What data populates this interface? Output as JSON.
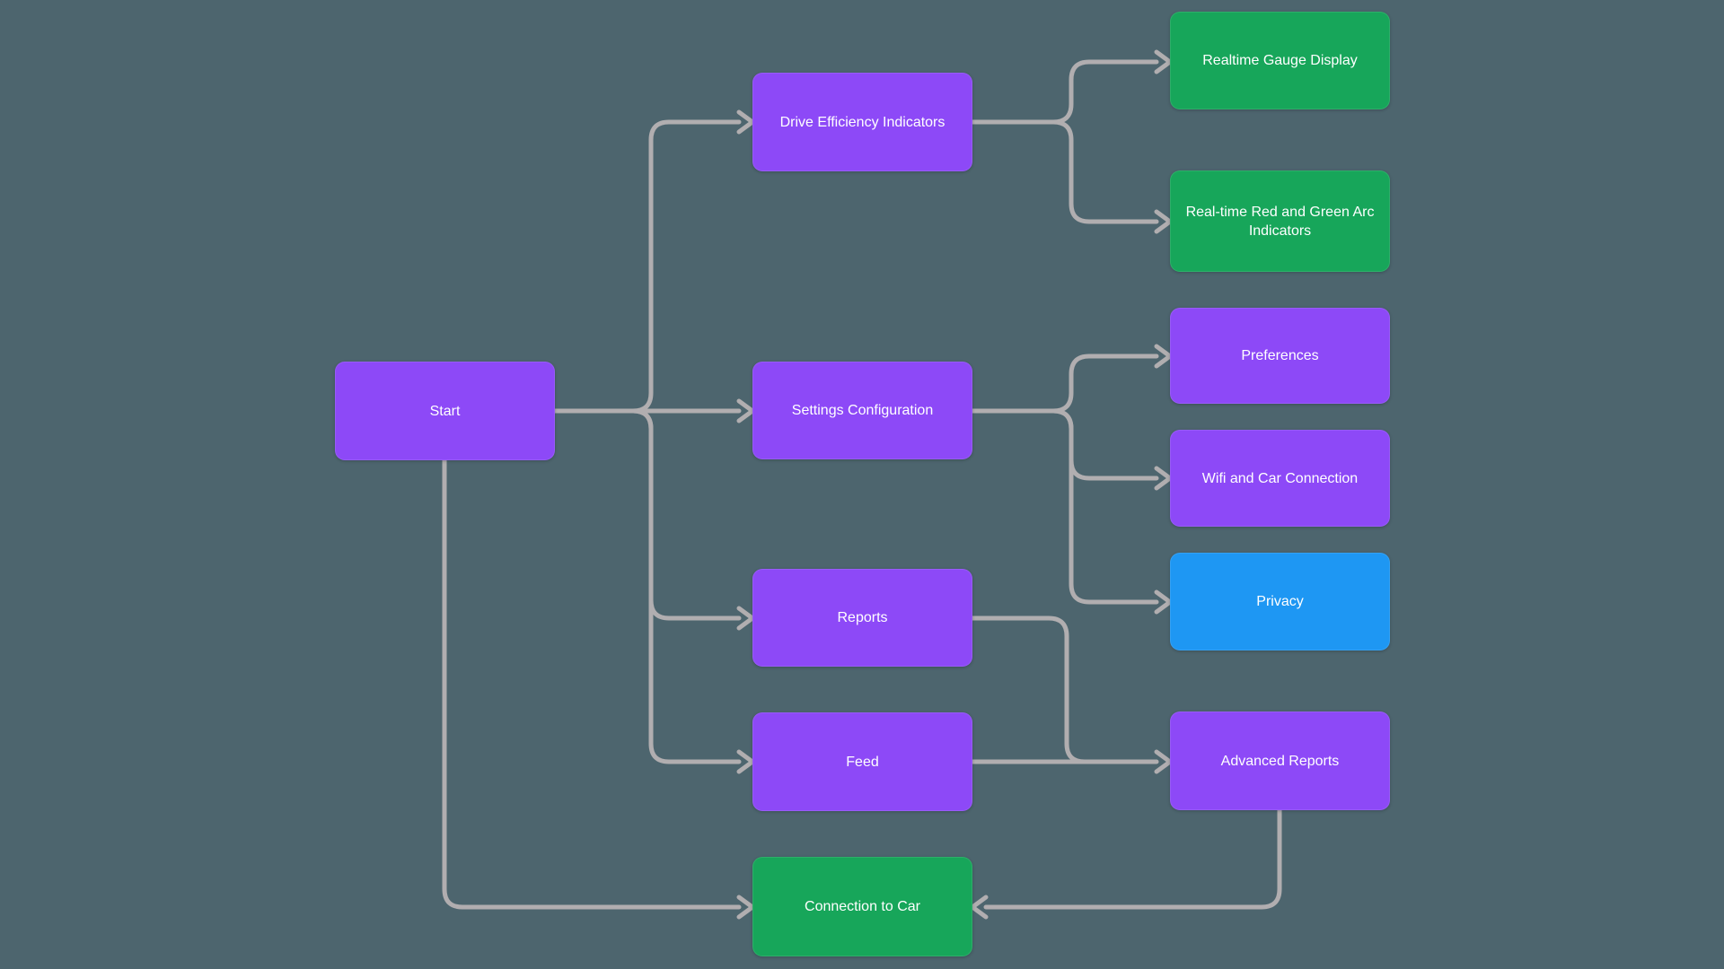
{
  "diagram": {
    "type": "flowchart",
    "orientation": "left-to-right",
    "background_color": "#4d656e",
    "edge_color": "#b1aeb0",
    "text_color": "#ffffff",
    "node_colors": {
      "purple": "#8d49f7",
      "green": "#17a65a",
      "blue": "#1e97f3"
    },
    "nodes": {
      "start": {
        "label": "Start",
        "color": "#8d49f7"
      },
      "drive": {
        "label": "Drive Efficiency Indicators",
        "color": "#8d49f7"
      },
      "settings": {
        "label": "Settings Configuration",
        "color": "#8d49f7"
      },
      "reports": {
        "label": "Reports",
        "color": "#8d49f7"
      },
      "feed": {
        "label": "Feed",
        "color": "#8d49f7"
      },
      "conn": {
        "label": "Connection to Car",
        "color": "#17a65a"
      },
      "gauge": {
        "label": "Realtime Gauge Display",
        "color": "#17a65a"
      },
      "arc": {
        "label": "Real-time Red and Green Arc Indicators",
        "color": "#17a65a"
      },
      "prefs": {
        "label": "Preferences",
        "color": "#8d49f7"
      },
      "wifi": {
        "label": "Wifi and Car Connection",
        "color": "#8d49f7"
      },
      "privacy": {
        "label": "Privacy",
        "color": "#1e97f3"
      },
      "advanced": {
        "label": "Advanced Reports",
        "color": "#8d49f7"
      }
    },
    "edges": [
      {
        "from": "start",
        "to": "drive"
      },
      {
        "from": "start",
        "to": "settings"
      },
      {
        "from": "start",
        "to": "reports"
      },
      {
        "from": "start",
        "to": "feed"
      },
      {
        "from": "start",
        "to": "conn"
      },
      {
        "from": "drive",
        "to": "gauge"
      },
      {
        "from": "drive",
        "to": "arc"
      },
      {
        "from": "settings",
        "to": "prefs"
      },
      {
        "from": "settings",
        "to": "wifi"
      },
      {
        "from": "settings",
        "to": "privacy"
      },
      {
        "from": "reports",
        "to": "advanced"
      },
      {
        "from": "feed",
        "to": "advanced"
      },
      {
        "from": "advanced",
        "to": "conn"
      }
    ]
  }
}
